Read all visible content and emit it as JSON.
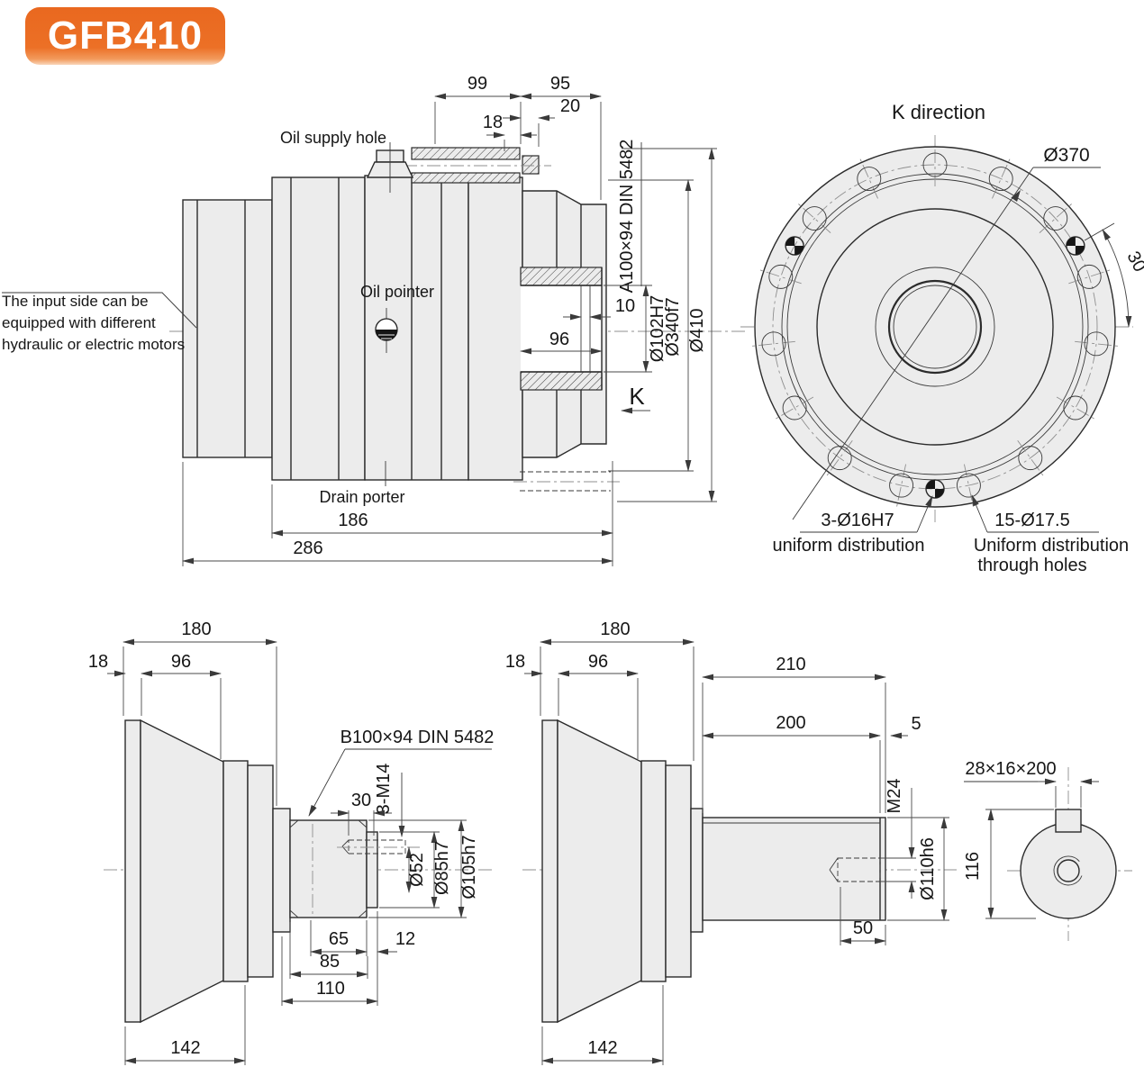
{
  "badge": {
    "label": "GFB410",
    "color": "#ec7026"
  },
  "note": {
    "line1": "The input side can be",
    "line2": "equipped with different",
    "line3": "hydraulic or electric motors"
  },
  "main": {
    "oil_supply": "Oil supply hole",
    "oil_pointer": "Oil pointer",
    "drain": "Drain porter",
    "k": "K",
    "spline": "A100×94 DIN 5482",
    "d99": "99",
    "d95": "95",
    "d20": "20",
    "d18": "18",
    "d10": "10",
    "d96": "96",
    "d186": "186",
    "d286": "286",
    "bore": "Ø102H7",
    "pilot": "Ø340f7",
    "od": "Ø410"
  },
  "kview": {
    "title": "K direction",
    "d370": "Ø370",
    "ang": "30°",
    "pins1": "3-Ø16H7",
    "pins2": "uniform distribution",
    "holes1": "15-Ø17.5",
    "holes2": "Uniform distribution",
    "holes3": "through holes"
  },
  "splined": {
    "d180": "180",
    "d18": "18",
    "d96": "96",
    "spline": "B100×94 DIN 5482",
    "d30": "30",
    "studs": "3-M14",
    "d52": "Ø52",
    "d85h7": "Ø85h7",
    "d105h7": "Ø105h7",
    "d65": "65",
    "d12": "12",
    "d85": "85",
    "d110": "110",
    "d142": "142"
  },
  "keyed": {
    "d180": "180",
    "d18": "18",
    "d96": "96",
    "d210": "210",
    "d200": "200",
    "d5": "5",
    "m24": "M24",
    "d110h6": "Ø110h6",
    "d50": "50",
    "d142": "142"
  },
  "endview": {
    "key": "28×16×200",
    "d116": "116"
  }
}
